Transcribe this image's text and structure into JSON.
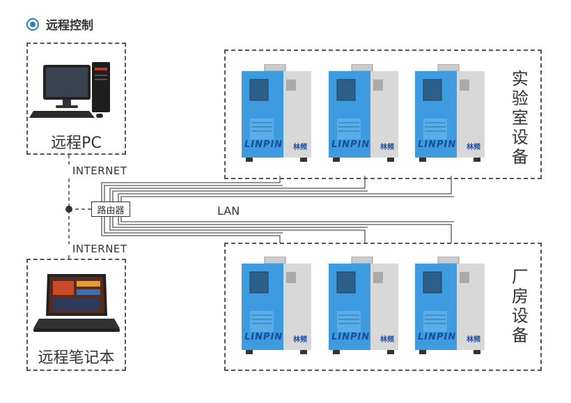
{
  "header": {
    "title": "远程控制",
    "icon": "target-icon"
  },
  "remote_pc": {
    "label": "远程PC"
  },
  "remote_laptop": {
    "label": "远程笔记本"
  },
  "network": {
    "internet_top": "INTERNET",
    "internet_bottom": "INTERNET",
    "router": "路由器",
    "lan": "LAN"
  },
  "lab_group": {
    "label": "实验室设备"
  },
  "factory_group": {
    "label": "厂房设备"
  },
  "chambers": {
    "brand": "LINPIN",
    "brand_cn": "林频"
  },
  "colors": {
    "chamber_blue": "#3f9be0",
    "brand_blue": "#1a4d9c",
    "accent": "#2a7fc0"
  }
}
